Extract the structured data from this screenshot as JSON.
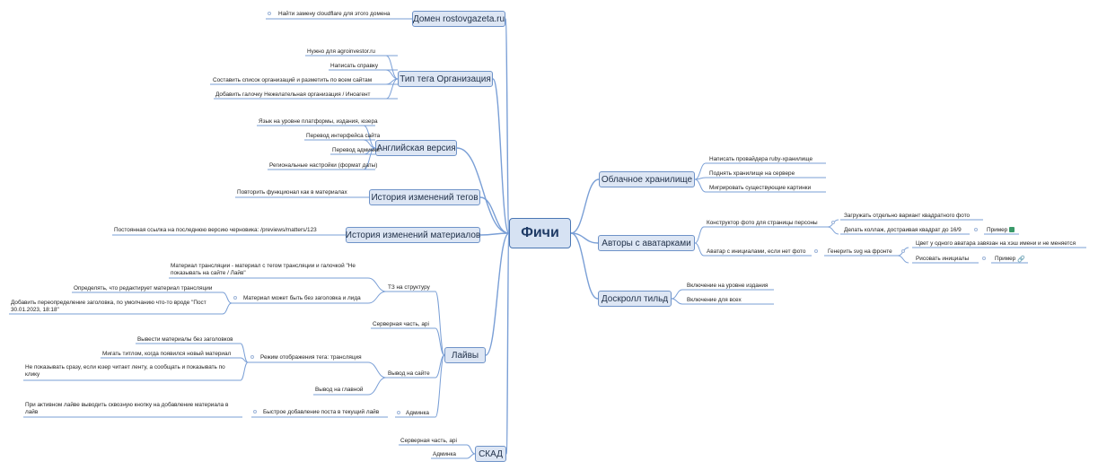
{
  "colors": {
    "line": "#7a9fd6",
    "node_bg": "#dde6f4",
    "node_border": "#6f93c8",
    "root_bg": "#d6e2f3",
    "root_border": "#4a76b3"
  },
  "root": {
    "label": "Фичи"
  },
  "left": {
    "domain": {
      "label": "Домен rostovgazeta.ru",
      "items": [
        "Найти замену cloudflare для этого домена"
      ]
    },
    "tag_type": {
      "label": "Тип тега Организация",
      "items": [
        "Нужно для agroinvestor.ru",
        "Написать справку",
        "Составить список организаций и разметить по всем сайтам",
        "Добавить галочку Нежелательная организация / Иноагент"
      ]
    },
    "english": {
      "label": "Английская версия",
      "items": [
        "Язык на уровне платформы, издания, юзера",
        "Перевод интерфейса сайта",
        "Перевод админки",
        "Региональные настройки (формат даты)"
      ]
    },
    "tag_history": {
      "label": "История изменений тегов",
      "items": [
        "Повторить функционал как в материалах"
      ]
    },
    "material_history": {
      "label": "История изменений материалов",
      "items": [
        "Постоянная ссылка на последнюю версию черновика: /previews/matters/123"
      ]
    },
    "lives": {
      "label": "Лайвы",
      "tz": {
        "label": "ТЗ на структуру",
        "item1": "Материал трансляции - материал с тегом трансляции и галочкой \"Не показывать на сайте / Лайв\"",
        "no_title": {
          "label": "Материал может быть без заголовка и лида",
          "items": [
            "Определять, что редактирует материал трансляции",
            "Добавить переопределение заголовка, по умолчанию что-то вроде \"Пост 30.01.2023, 18:18\""
          ]
        }
      },
      "server": "Серверная часть, api",
      "site_output": {
        "label": "Вывод на сайте",
        "mode": {
          "label": "Режим отображения тега: трансляция",
          "items": [
            "Вывести материалы без заголовков",
            "Мигать титлом, когда появился новый материал",
            "Не показывать сразу, если юзер читает ленту, а сообщать и показывать по клику"
          ]
        },
        "main_page": "Вывод на главной"
      },
      "admin": {
        "label": "Админка",
        "quick": {
          "label": "Быстрое добавление поста в текущий лайв",
          "items": [
            "При активном лайве выводить сквозную кнопку на добавление материала в лайв"
          ]
        }
      }
    },
    "skad": {
      "label": "СКАД",
      "items": [
        "Серверная часть, api",
        "Админка"
      ]
    }
  },
  "right": {
    "cloud": {
      "label": "Облачное хранилище",
      "items": [
        "Написать провайдера ruby-хранилище",
        "Поднять хранилище на сервере",
        "Мигрировать существующие картинки"
      ]
    },
    "avatars": {
      "label": "Авторы с аватарками",
      "constructor": {
        "label": "Конструктор фото для страницы персоны",
        "items": [
          "Загружать отдельно вариант квадратного фото",
          "Делать коллаж, достраивая квадрат до 16/9"
        ],
        "example": "Пример"
      },
      "initials": {
        "label": "Аватар с инициалами, если нет фото",
        "svg": "Генерить svg на фронте",
        "items": [
          "Цвет у одного аватара завязан на хэш имени и не меняется",
          "Рисовать инициалы"
        ],
        "example": "Пример"
      }
    },
    "tilda": {
      "label": "Доскролл тильд",
      "items": [
        "Включение на уровне издания",
        "Включение для всех"
      ]
    }
  }
}
